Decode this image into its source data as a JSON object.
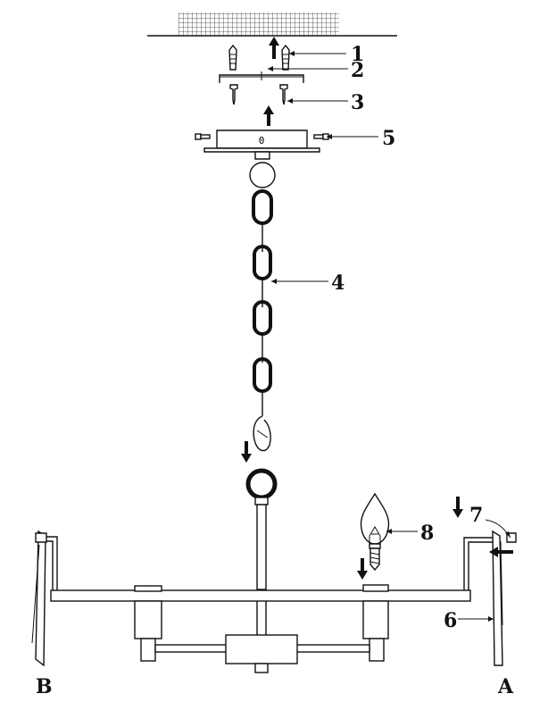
{
  "diagram": {
    "callouts": [
      {
        "id": "1",
        "text": "1"
      },
      {
        "id": "2",
        "text": "2"
      },
      {
        "id": "3",
        "text": "3"
      },
      {
        "id": "4",
        "text": "4"
      },
      {
        "id": "5",
        "text": "5"
      },
      {
        "id": "6",
        "text": "6"
      },
      {
        "id": "7",
        "text": "7"
      },
      {
        "id": "8",
        "text": "8"
      }
    ],
    "canopy_mark": "0",
    "side_labels": {
      "left": "B",
      "right": "A"
    }
  }
}
